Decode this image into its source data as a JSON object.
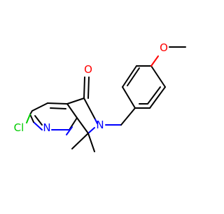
{
  "molecule": {
    "atom_labels": {
      "oxygen_carbonyl": "O",
      "nitrogen_lactam": "N",
      "nitrogen_pyridine": "N",
      "chlorine": "Cl",
      "oxygen_methoxy": "O"
    },
    "colors": {
      "bond": "#000000",
      "oxygen": "#ff0000",
      "nitrogen": "#0000ff",
      "chlorine": "#00cc00",
      "background": "#ffffff"
    }
  }
}
